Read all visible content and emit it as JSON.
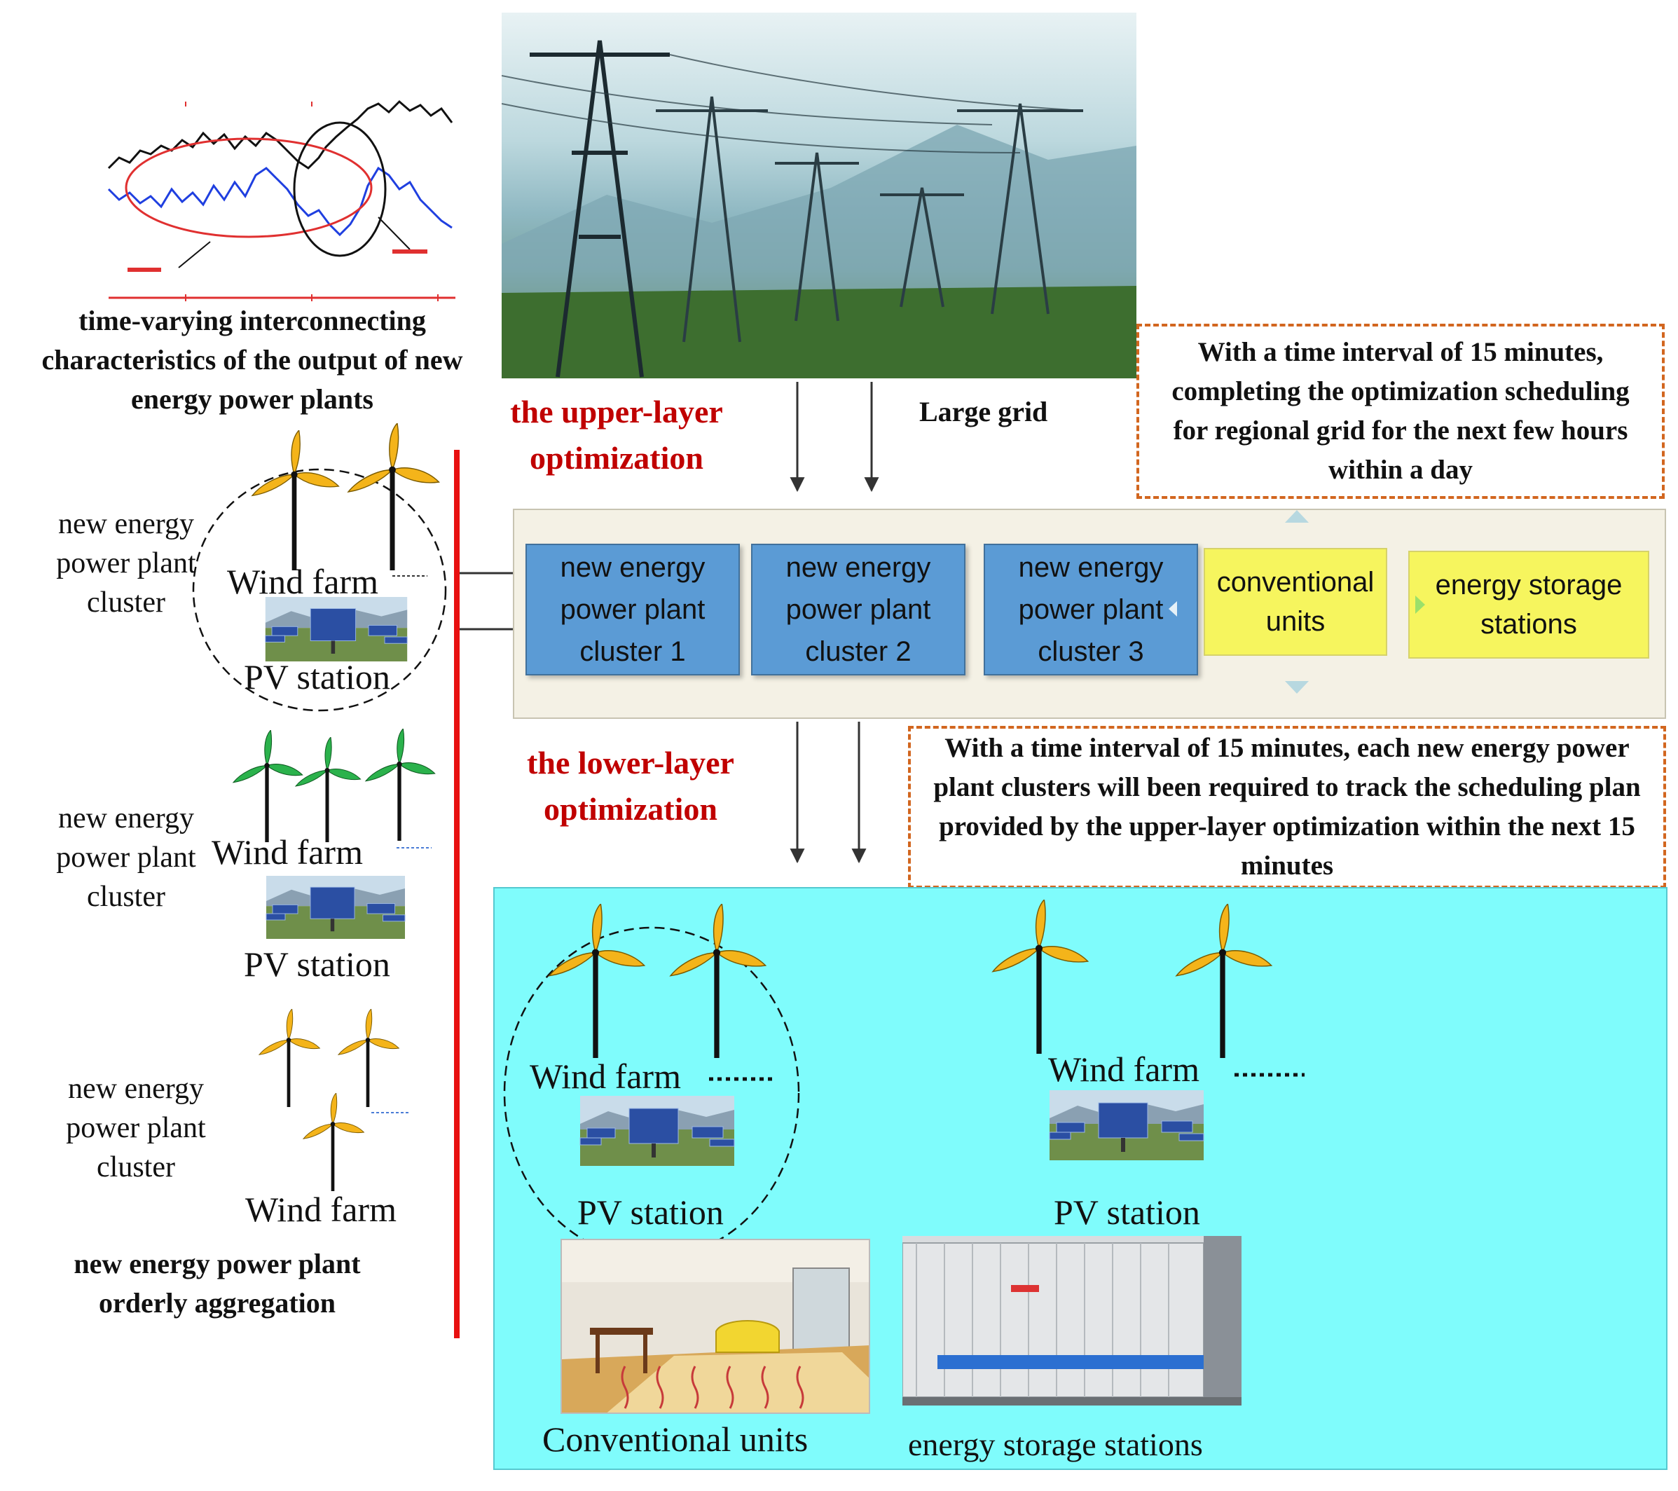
{
  "left": {
    "chart_caption": "time-varying interconnecting characteristics of the output of new energy power plants",
    "clusters": [
      {
        "label": "new energy power plant cluster",
        "wind": "Wind farm",
        "pv": "PV station"
      },
      {
        "label": "new energy power plant cluster",
        "wind": "Wind farm",
        "pv": "PV station"
      },
      {
        "label": "new energy power plant cluster",
        "wind": "Wind farm"
      }
    ],
    "aggregation_label": "new energy power plant orderly aggregation"
  },
  "upper": {
    "title": "the upper-layer optimization",
    "grid_label": "Large grid",
    "note": "With a time interval of 15 minutes, completing the optimization scheduling for regional grid for the next few hours within a day",
    "boxes": [
      "new energy power plant cluster 1",
      "new energy power plant cluster 2",
      "new energy power plant cluster 3",
      "conventional units",
      "energy storage stations"
    ]
  },
  "lower": {
    "title": "the lower-layer optimization",
    "note": "With a time interval of 15 minutes, each new energy power plant clusters will been required to track the scheduling plan provided by the upper-layer optimization within the next 15 minutes",
    "wind1": "Wind farm",
    "pv1": "PV station",
    "wind2": "Wind farm",
    "pv2": "PV station",
    "conventional": "Conventional units",
    "storage": "energy storage stations"
  },
  "colors": {
    "panel": "#f4f1e5",
    "blue_box": "#5b9bd5",
    "yellow_box": "#f6f55e",
    "lower_panel": "#7ffcfc",
    "dashed": "#d2661f",
    "title_red": "#c00000",
    "separator": "#e81010"
  }
}
